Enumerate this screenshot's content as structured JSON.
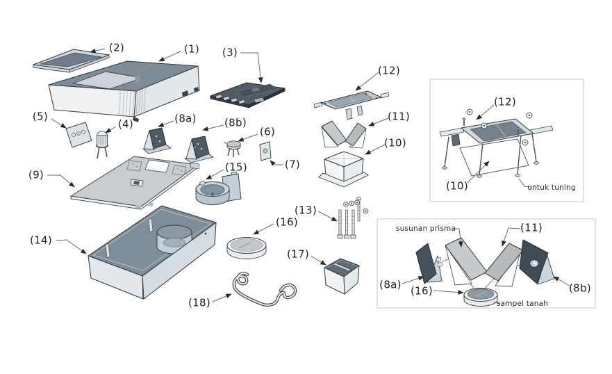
{
  "diagram": {
    "kind": "exploded-assembly-technical-diagram",
    "main_labels": {
      "l1": "(1)",
      "l2": "(2)",
      "l3": "(3)",
      "l4": "(4)",
      "l5": "(5)",
      "l6": "(6)",
      "l7": "(7)",
      "l8a": "(8a)",
      "l8b": "(8b)",
      "l9": "(9)",
      "l10": "(10)",
      "l11": "(11)",
      "l12": "(12)",
      "l13": "(13)",
      "l14": "(14)",
      "l15": "(15)",
      "l16": "(16)",
      "l17": "(17)",
      "l18": "(18)"
    },
    "inset_tuning": {
      "l12": "(12)",
      "l10": "(10)",
      "caption": "untuk tuning"
    },
    "inset_prism": {
      "l11": "(11)",
      "l8a": "(8a)",
      "l8b": "(8b)",
      "l16": "(16)",
      "caption_prism": "susunan prisma",
      "caption_sample": "sampel tanah"
    },
    "colors": {
      "background": "#ffffff",
      "outline": "#31373d",
      "slate_top": "#7e8c98",
      "light_face": "#e3e8ec",
      "dark_part": "#46515b",
      "mid_gray": "#c7cdd1",
      "leader": "#63686d",
      "inset_border": "#c7c7c7"
    }
  }
}
